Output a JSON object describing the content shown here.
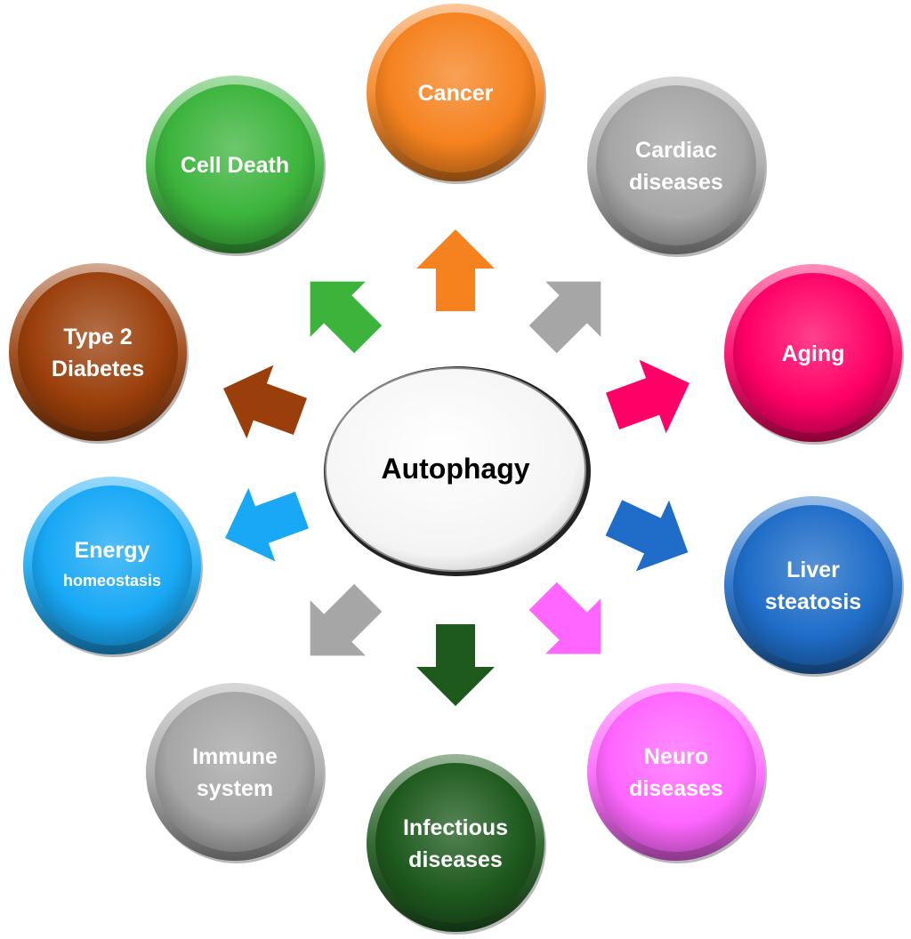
{
  "center": {
    "label": "Autophagy"
  },
  "nodes": [
    {
      "id": "cancer",
      "lines": [
        "Cancer"
      ],
      "color": "#f5821f",
      "arrow": "#f5821f"
    },
    {
      "id": "cardiac-diseases",
      "lines": [
        "Cardiac",
        "diseases"
      ],
      "color": "#a6a6a6",
      "arrow": "#a6a6a6"
    },
    {
      "id": "aging",
      "lines": [
        "Aging"
      ],
      "color": "#ff0066",
      "arrow": "#ff0066"
    },
    {
      "id": "liver-steatosis",
      "lines": [
        "Liver",
        "steatosis"
      ],
      "color": "#1f6dc8",
      "arrow": "#1f6dc8"
    },
    {
      "id": "neuro-diseases",
      "lines": [
        "Neuro",
        "diseases"
      ],
      "color": "#ff66ff",
      "arrow": "#ff66ff"
    },
    {
      "id": "infectious-diseases",
      "lines": [
        "Infectious",
        "diseases"
      ],
      "color": "#1e5a1e",
      "arrow": "#1e5a1e"
    },
    {
      "id": "immune-system",
      "lines": [
        "Immune",
        "system"
      ],
      "color": "#a6a6a6",
      "arrow": "#a6a6a6"
    },
    {
      "id": "energy-homeostasis",
      "lines": [
        "Energy",
        "homeostasis"
      ],
      "color": "#18a8f5",
      "arrow": "#18a8f5"
    },
    {
      "id": "type-2-diabetes",
      "lines": [
        "Type 2",
        "Diabetes"
      ],
      "color": "#9a3f0b",
      "arrow": "#9a3f0b"
    },
    {
      "id": "cell-death",
      "lines": [
        "Cell Death"
      ],
      "color": "#3cb43c",
      "arrow": "#3cb43c"
    }
  ]
}
